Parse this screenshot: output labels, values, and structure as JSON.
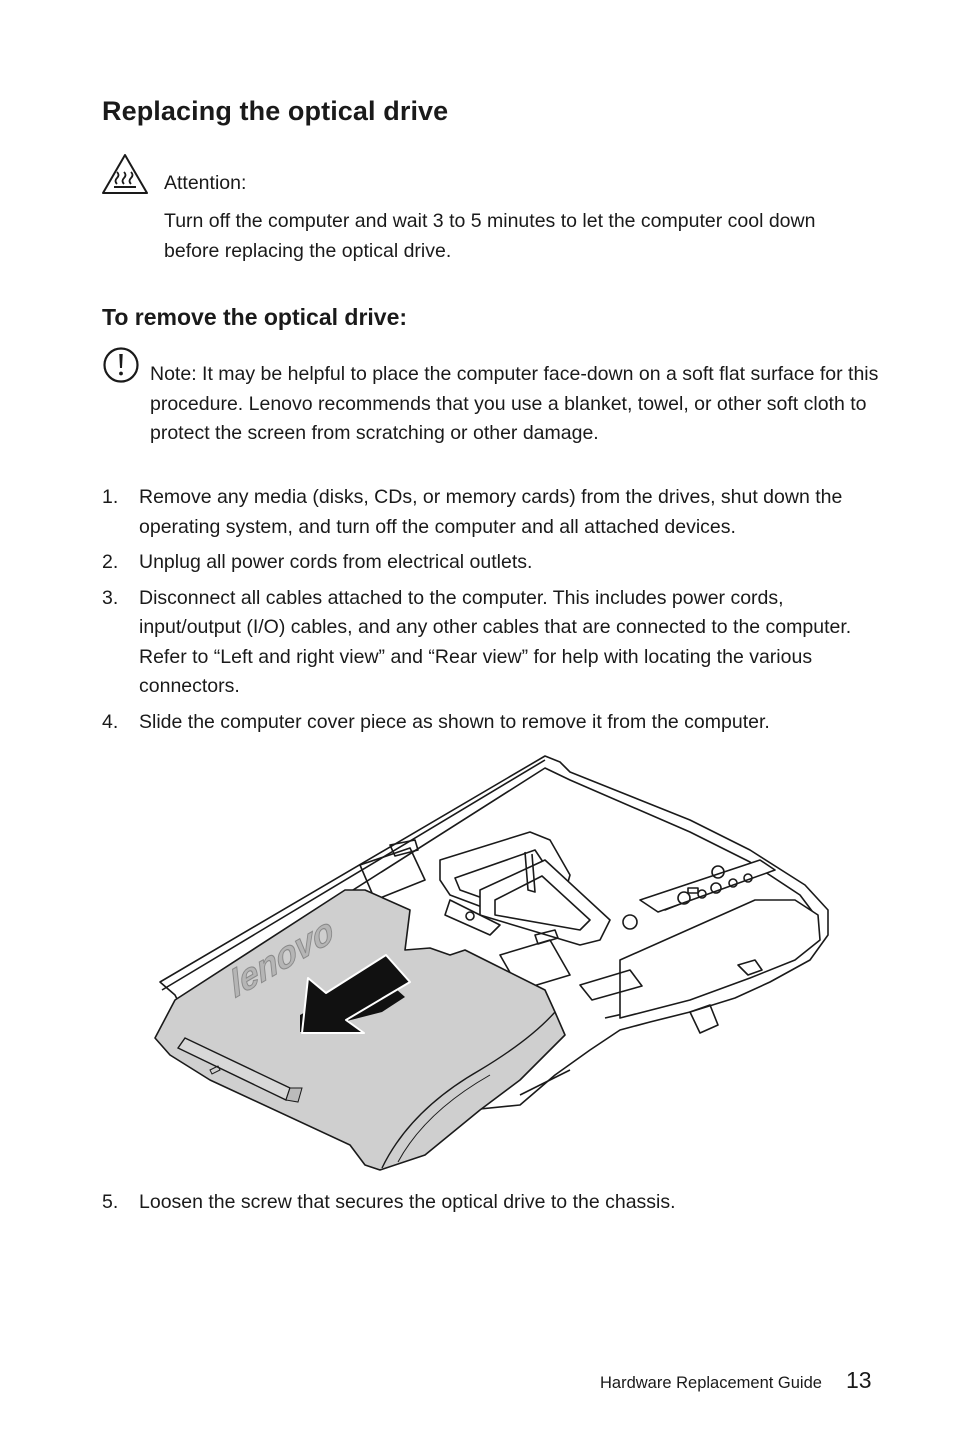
{
  "page": {
    "title": "Replacing the optical drive",
    "attention": {
      "label": "Attention:",
      "text": "Turn off the computer and wait 3 to 5 minutes to let the computer cool down before replacing the optical drive.",
      "icon": "hot-surface-warning-icon"
    },
    "subtitle": "To remove the optical drive:",
    "note": {
      "label": "Note:",
      "text": " It may be helpful to place the computer face-down on a soft flat surface for this procedure. Lenovo recommends that you use a blanket, towel, or other soft cloth to protect the screen from scratching or other damage.",
      "icon": "exclamation-circle-icon"
    },
    "steps": [
      {
        "num": "1.",
        "text": "Remove any media (disks, CDs, or memory cards) from the drives, shut down the operating system, and turn off the computer and all attached devices."
      },
      {
        "num": "2.",
        "text": "Unplug all power cords from electrical outlets."
      },
      {
        "num": "3.",
        "text": "Disconnect all cables attached to the computer. This includes power cords, input/output (I/O) cables, and any other cables that are connected to the computer. Refer to “Left and right view” and “Rear view” for help with locating the various connectors."
      },
      {
        "num": "4.",
        "text": "Slide the computer cover piece as shown to remove it from the computer."
      }
    ],
    "step5": {
      "num": "5.",
      "text": "Loosen the screw that secures the optical drive to the chassis."
    },
    "figure": {
      "brand_text": "lenovo",
      "icon": "slide-direction-arrow-icon"
    }
  },
  "footer": {
    "guide_title": "Hardware Replacement Guide",
    "page_number": "13"
  }
}
